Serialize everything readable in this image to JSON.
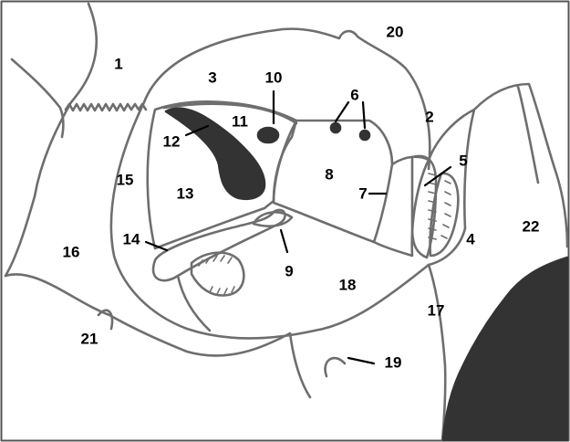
{
  "figure": {
    "labels": [
      {
        "id": "l1",
        "text": "1"
      },
      {
        "id": "l2",
        "text": "2"
      },
      {
        "id": "l3",
        "text": "3"
      },
      {
        "id": "l4",
        "text": "4"
      },
      {
        "id": "l5",
        "text": "5"
      },
      {
        "id": "l6",
        "text": "6"
      },
      {
        "id": "l7",
        "text": "7"
      },
      {
        "id": "l8",
        "text": "8"
      },
      {
        "id": "l9",
        "text": "9"
      },
      {
        "id": "l10",
        "text": "10"
      },
      {
        "id": "l11",
        "text": "11"
      },
      {
        "id": "l12",
        "text": "12"
      },
      {
        "id": "l13",
        "text": "13"
      },
      {
        "id": "l14",
        "text": "14"
      },
      {
        "id": "l15",
        "text": "15"
      },
      {
        "id": "l16",
        "text": "16"
      },
      {
        "id": "l17",
        "text": "17"
      },
      {
        "id": "l18",
        "text": "18"
      },
      {
        "id": "l19",
        "text": "19"
      },
      {
        "id": "l20",
        "text": "20"
      },
      {
        "id": "l21",
        "text": "21"
      },
      {
        "id": "l22",
        "text": "22"
      }
    ],
    "colors": {
      "stroke": "#6e6e6e",
      "fill_dark": "#333333",
      "text": "#000000"
    }
  }
}
